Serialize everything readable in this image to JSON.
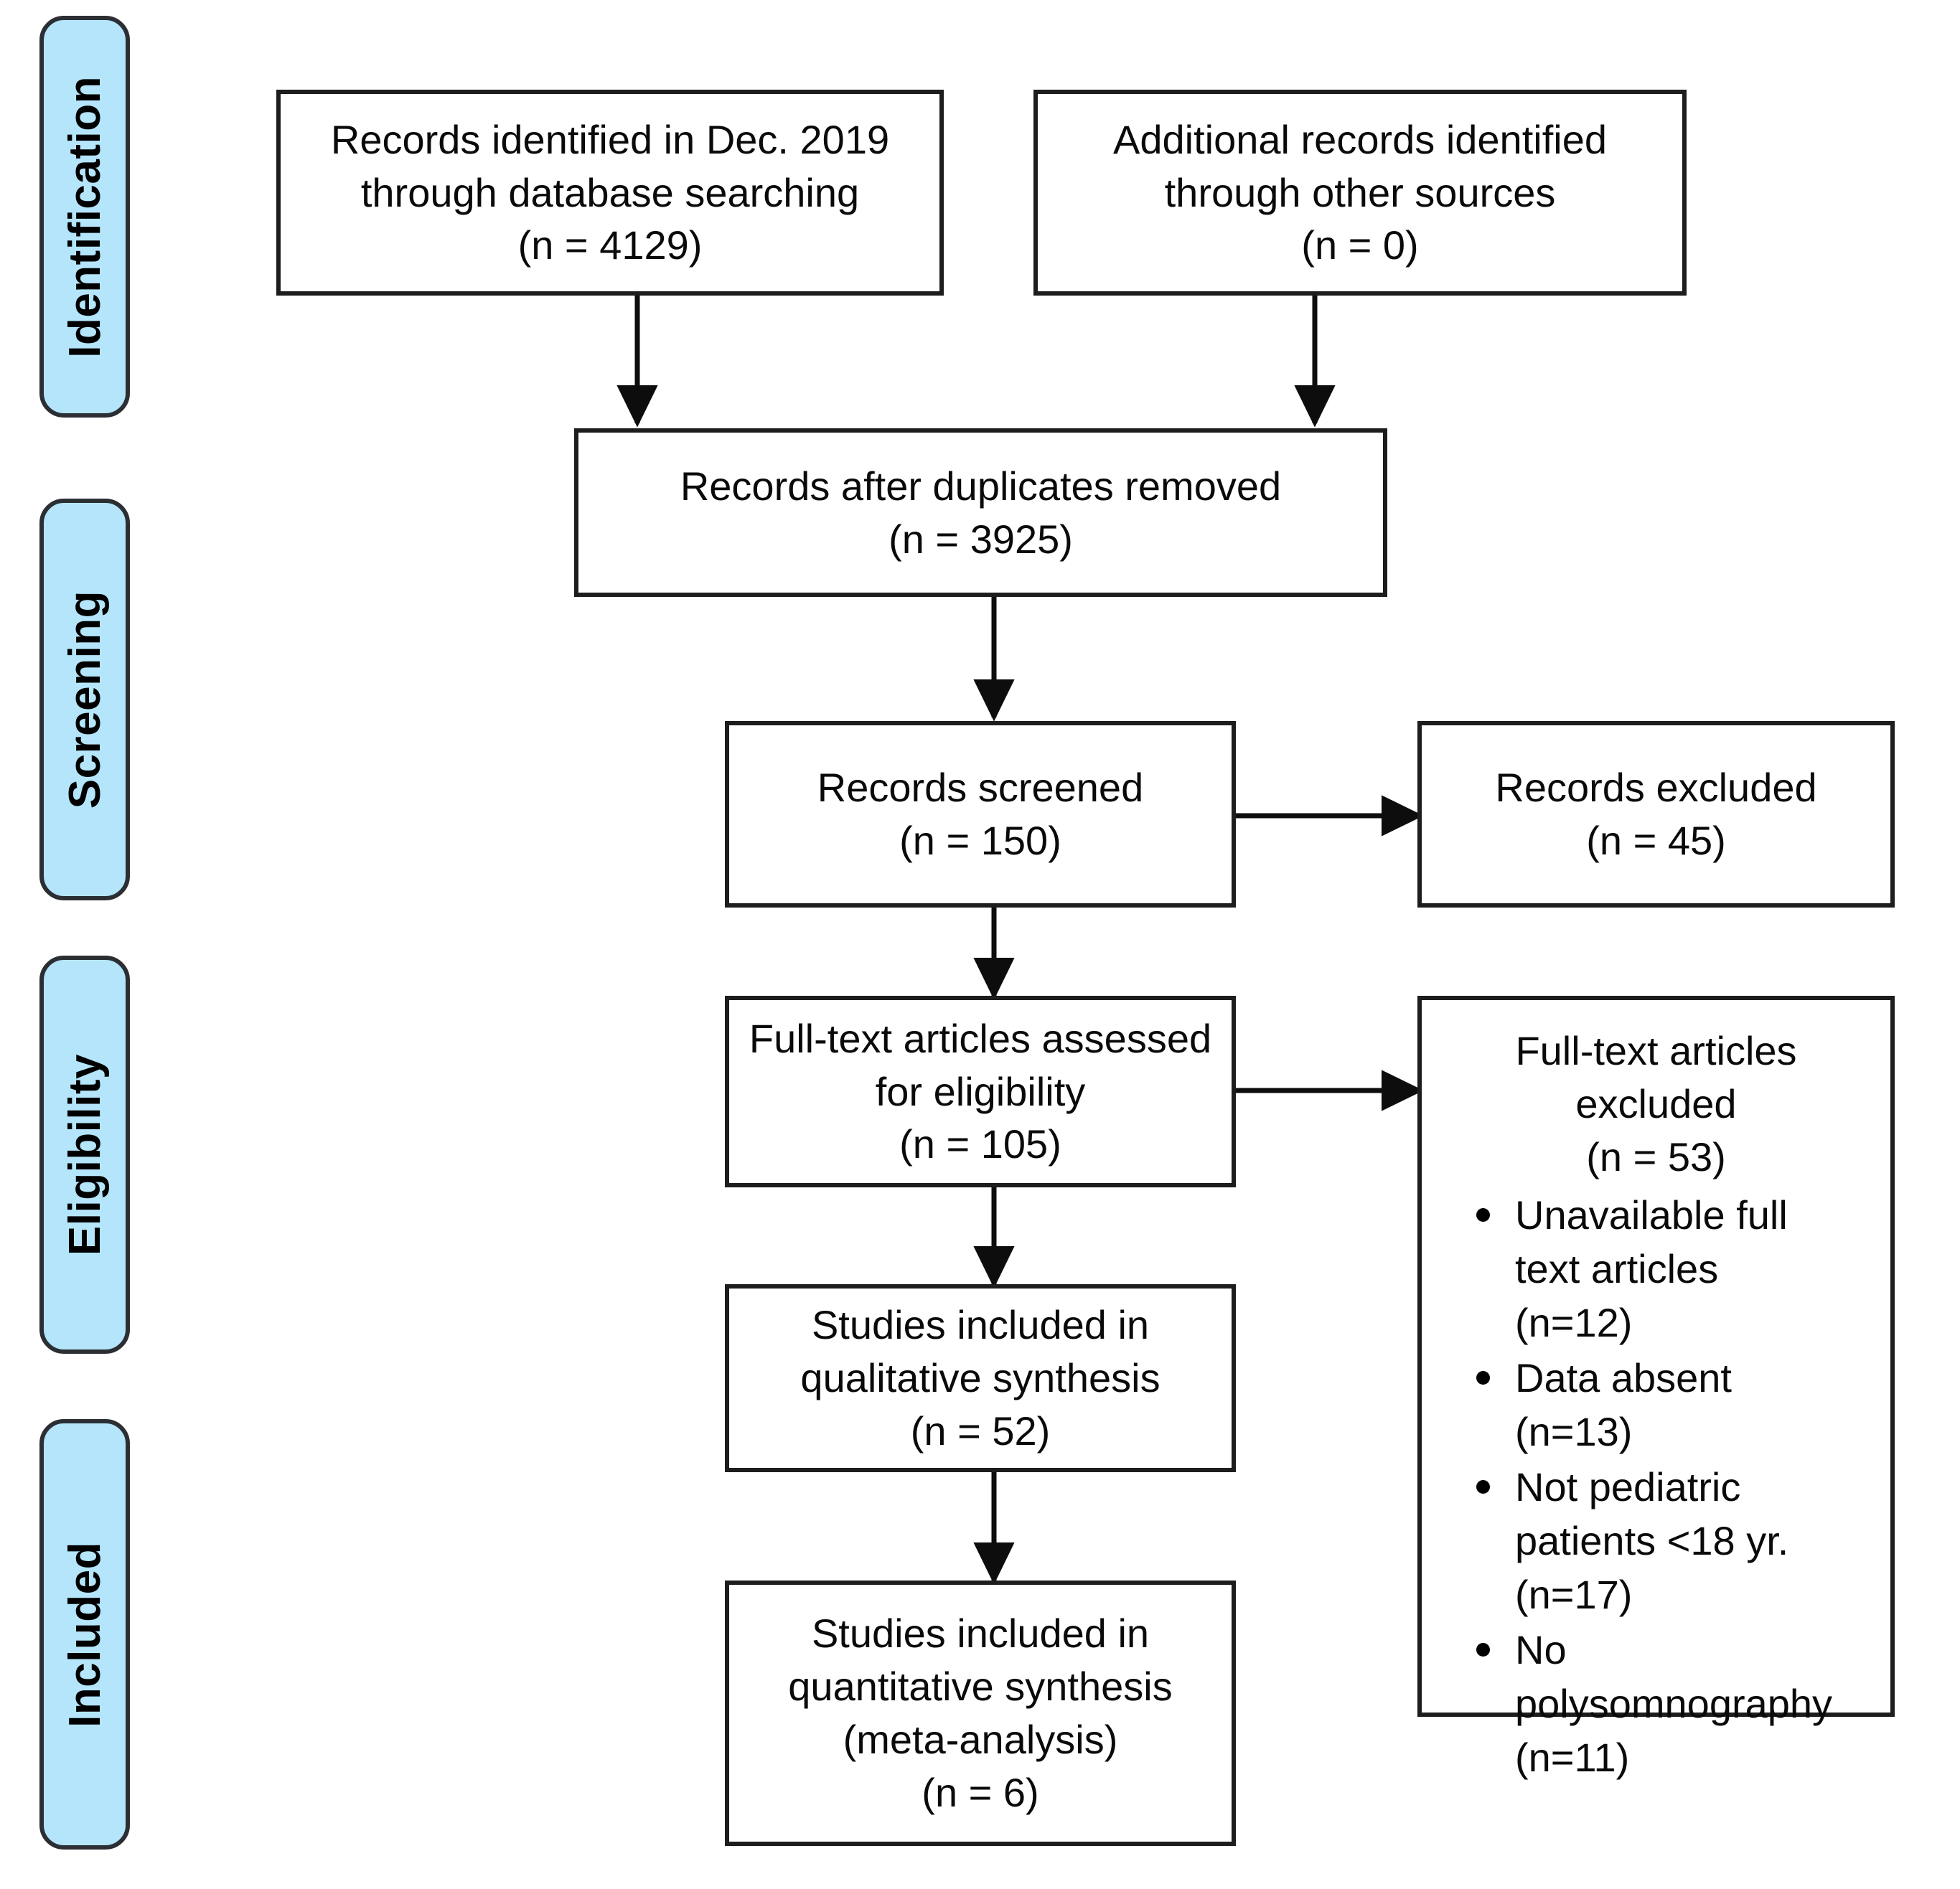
{
  "diagram": {
    "type": "prisma-flow-diagram",
    "stages": [
      {
        "label": "Identification"
      },
      {
        "label": "Screening"
      },
      {
        "label": "Eligibility"
      },
      {
        "label": "Included"
      }
    ],
    "colors": {
      "stage_fill": "#b4e5fa",
      "stage_border": "#2b2f33",
      "node_border": "#1d1d1d",
      "node_fill": "#ffffff",
      "text": "#0a0a0a"
    },
    "nodes": {
      "records_identified": {
        "line1": "Records identified in Dec. 2019",
        "line2": "through database searching",
        "line3": "(n =  4129)"
      },
      "additional_records": {
        "line1": "Additional records identified",
        "line2": "through other sources",
        "line3": "(n = 0)"
      },
      "duplicates_removed": {
        "line1": "Records after duplicates removed",
        "line2": "(n = 3925)"
      },
      "records_screened": {
        "line1": "Records screened",
        "line2": "(n = 150)"
      },
      "records_excluded": {
        "line1": "Records excluded",
        "line2": "(n = 45)"
      },
      "fulltext_assessed": {
        "line1": "Full-text articles assessed",
        "line2": "for eligibility",
        "line3": "(n = 105)"
      },
      "fulltext_excluded": {
        "header1": "Full-text articles excluded",
        "header2": "(n = 53)",
        "bullets": [
          "Unavailable full\ntext articles\n(n=12)",
          "Data absent\n(n=13)",
          "Not pediatric\npatients <18 yr.\n(n=17)",
          "No\npolysomnography\n(n=11)"
        ]
      },
      "qualitative_synthesis": {
        "line1": "Studies included in",
        "line2": "qualitative synthesis",
        "line3": "(n = 52)"
      },
      "quantitative_synthesis": {
        "line1": "Studies included in",
        "line2": "quantitative synthesis",
        "line3": "(meta-analysis)",
        "line4": "(n = 6)"
      }
    }
  }
}
